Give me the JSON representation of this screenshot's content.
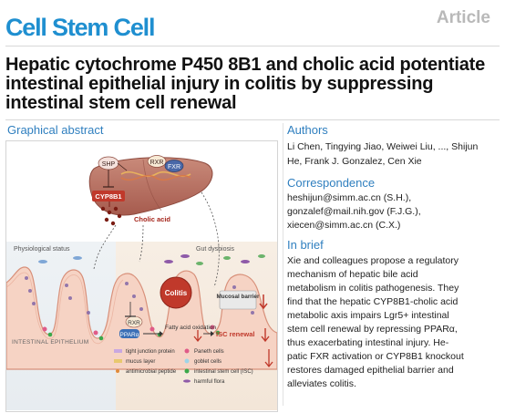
{
  "header": {
    "journal": "Cell Stem Cell",
    "article_type": "Article"
  },
  "title": "Hepatic cytochrome P450 8B1 and cholic acid potentiate intestinal epithelial injury in colitis by suppressing intestinal stem cell renewal",
  "graphical_abstract": {
    "heading": "Graphical abstract",
    "labels": {
      "shp": "SHP",
      "rxr_top": "RXR",
      "fxr": "FXR",
      "cyp8b1": "CYP8B1",
      "cholic_acid": "Cholic acid",
      "physiological_status": "Physiological status",
      "gut_dysbiosis": "Gut dysbiosis",
      "colitis": "Colitis",
      "mucosal_barrier": "Mucosal barrier",
      "intestinal_epithelium": "INTESTINAL EPITHELIUM",
      "rxr_mid": "RXR",
      "ppara": "PPARα",
      "fatty_acid_oxidation": "Fatty acid oxidation",
      "isc_renewal": "ISC renewal"
    },
    "legend": [
      {
        "label": "tight junction protein"
      },
      {
        "label": "mucus layer"
      },
      {
        "label": "antimicrobial peptide"
      },
      {
        "label": "Paneth cells"
      },
      {
        "label": "goblet cells"
      },
      {
        "label": "intestinal stem cell (ISC)"
      },
      {
        "label": "harmful flora"
      }
    ]
  },
  "authors": {
    "heading": "Authors",
    "names": "Li Chen, Tingying Jiao, Weiwei Liu, ..., Shijun He, Frank J. Gonzalez, Cen Xie"
  },
  "correspondence": {
    "heading": "Correspondence",
    "emails": [
      "heshijun@simm.ac.cn (S.H.),",
      "gonzalef@mail.nih.gov (F.J.G.),",
      "xiecen@simm.ac.cn (C.X.)"
    ]
  },
  "in_brief": {
    "heading": "In brief",
    "lines": [
      "Xie and colleagues propose a regulatory",
      "mechanism of hepatic bile acid",
      "metabolism in colitis pathogenesis. They",
      "find that the hepatic CYP8B1-cholic acid",
      "metabolic axis impairs Lgr5+ intestinal",
      "stem cell renewal by repressing PPARα,",
      "thus exacerbating intestinal injury. He-",
      "patic FXR activation or CYP8B1 knockout",
      "restores damaged epithelial barrier and",
      "alleviates colitis."
    ]
  }
}
